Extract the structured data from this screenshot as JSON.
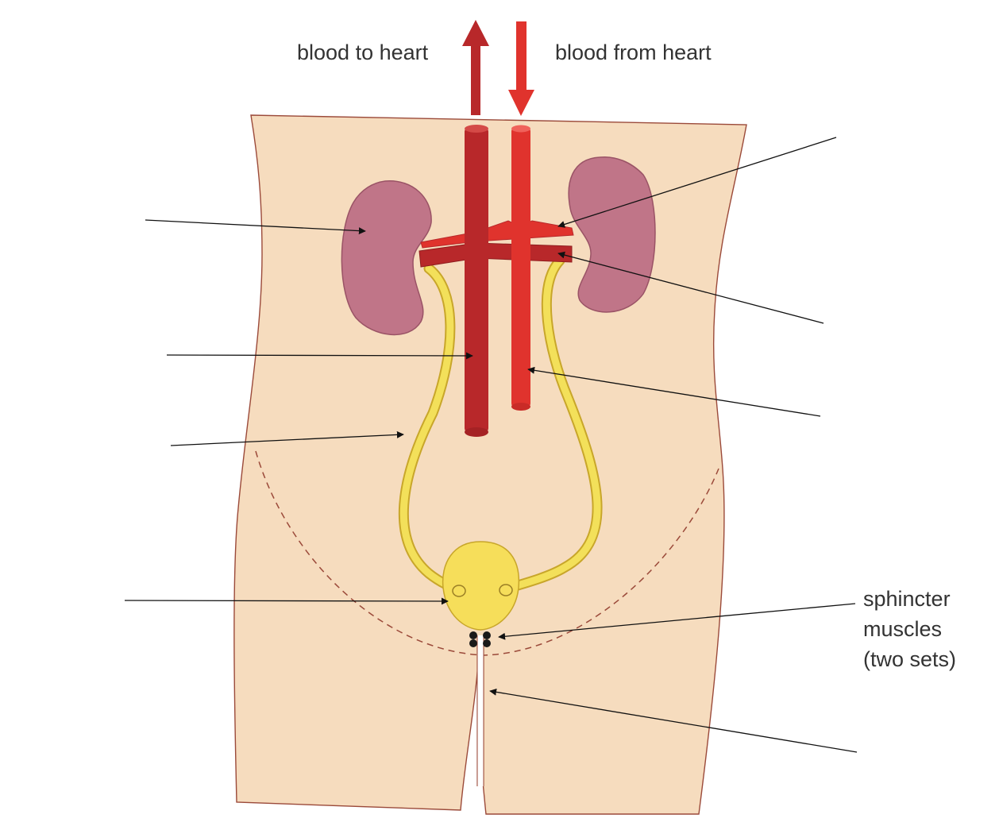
{
  "labels": {
    "blood_to_heart": "blood to heart",
    "blood_from_heart": "blood from heart",
    "sphincter_line1": "sphincter",
    "sphincter_line2": "muscles",
    "sphincter_line3": "(two sets)"
  },
  "colors": {
    "skin": "#f6dcbe",
    "skin_outline": "#9b4a3a",
    "kidney": "#c07588",
    "kidney_outline": "#9a5366",
    "vein": "#b8282a",
    "artery": "#e0332d",
    "ureter": "#f3e05a",
    "ureter_outline": "#c8a62a",
    "bladder": "#f6de5a",
    "sphincter": "#1a1a1a",
    "pointer": "#111111"
  }
}
